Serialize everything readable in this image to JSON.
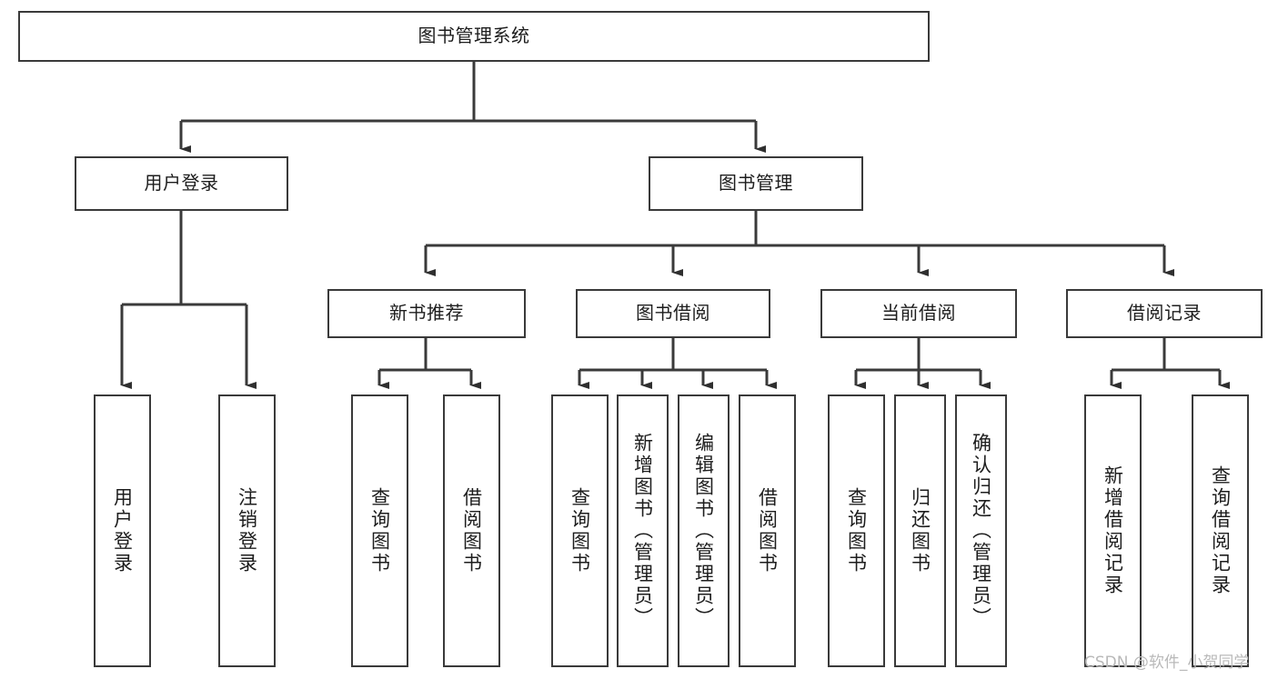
{
  "diagram": {
    "title": "图书管理系统",
    "watermark": "CSDN @软件_小贺同学",
    "line_color": "#3a3a3a",
    "text_color": "#1d1d1d",
    "background": "#ffffff",
    "root": {
      "label": "图书管理系统"
    },
    "level2": {
      "user_login": "用户登录",
      "book_manage": "图书管理"
    },
    "level3": {
      "new_book_recommend": "新书推荐",
      "book_borrow": "图书借阅",
      "current_borrow": "当前借阅",
      "borrow_record": "借阅记录"
    },
    "leaves": {
      "user_login_children": [
        "用户登录",
        "注销登录"
      ],
      "new_book_recommend_children": [
        "查询图书",
        "借阅图书"
      ],
      "book_borrow_children": [
        "查询图书",
        "新增图书（管理员）",
        "编辑图书（管理员）",
        "借阅图书"
      ],
      "current_borrow_children": [
        "查询图书",
        "归还图书",
        "确认归还（管理员）"
      ],
      "borrow_record_children": [
        "新增借阅记录",
        "查询借阅记录"
      ]
    }
  }
}
